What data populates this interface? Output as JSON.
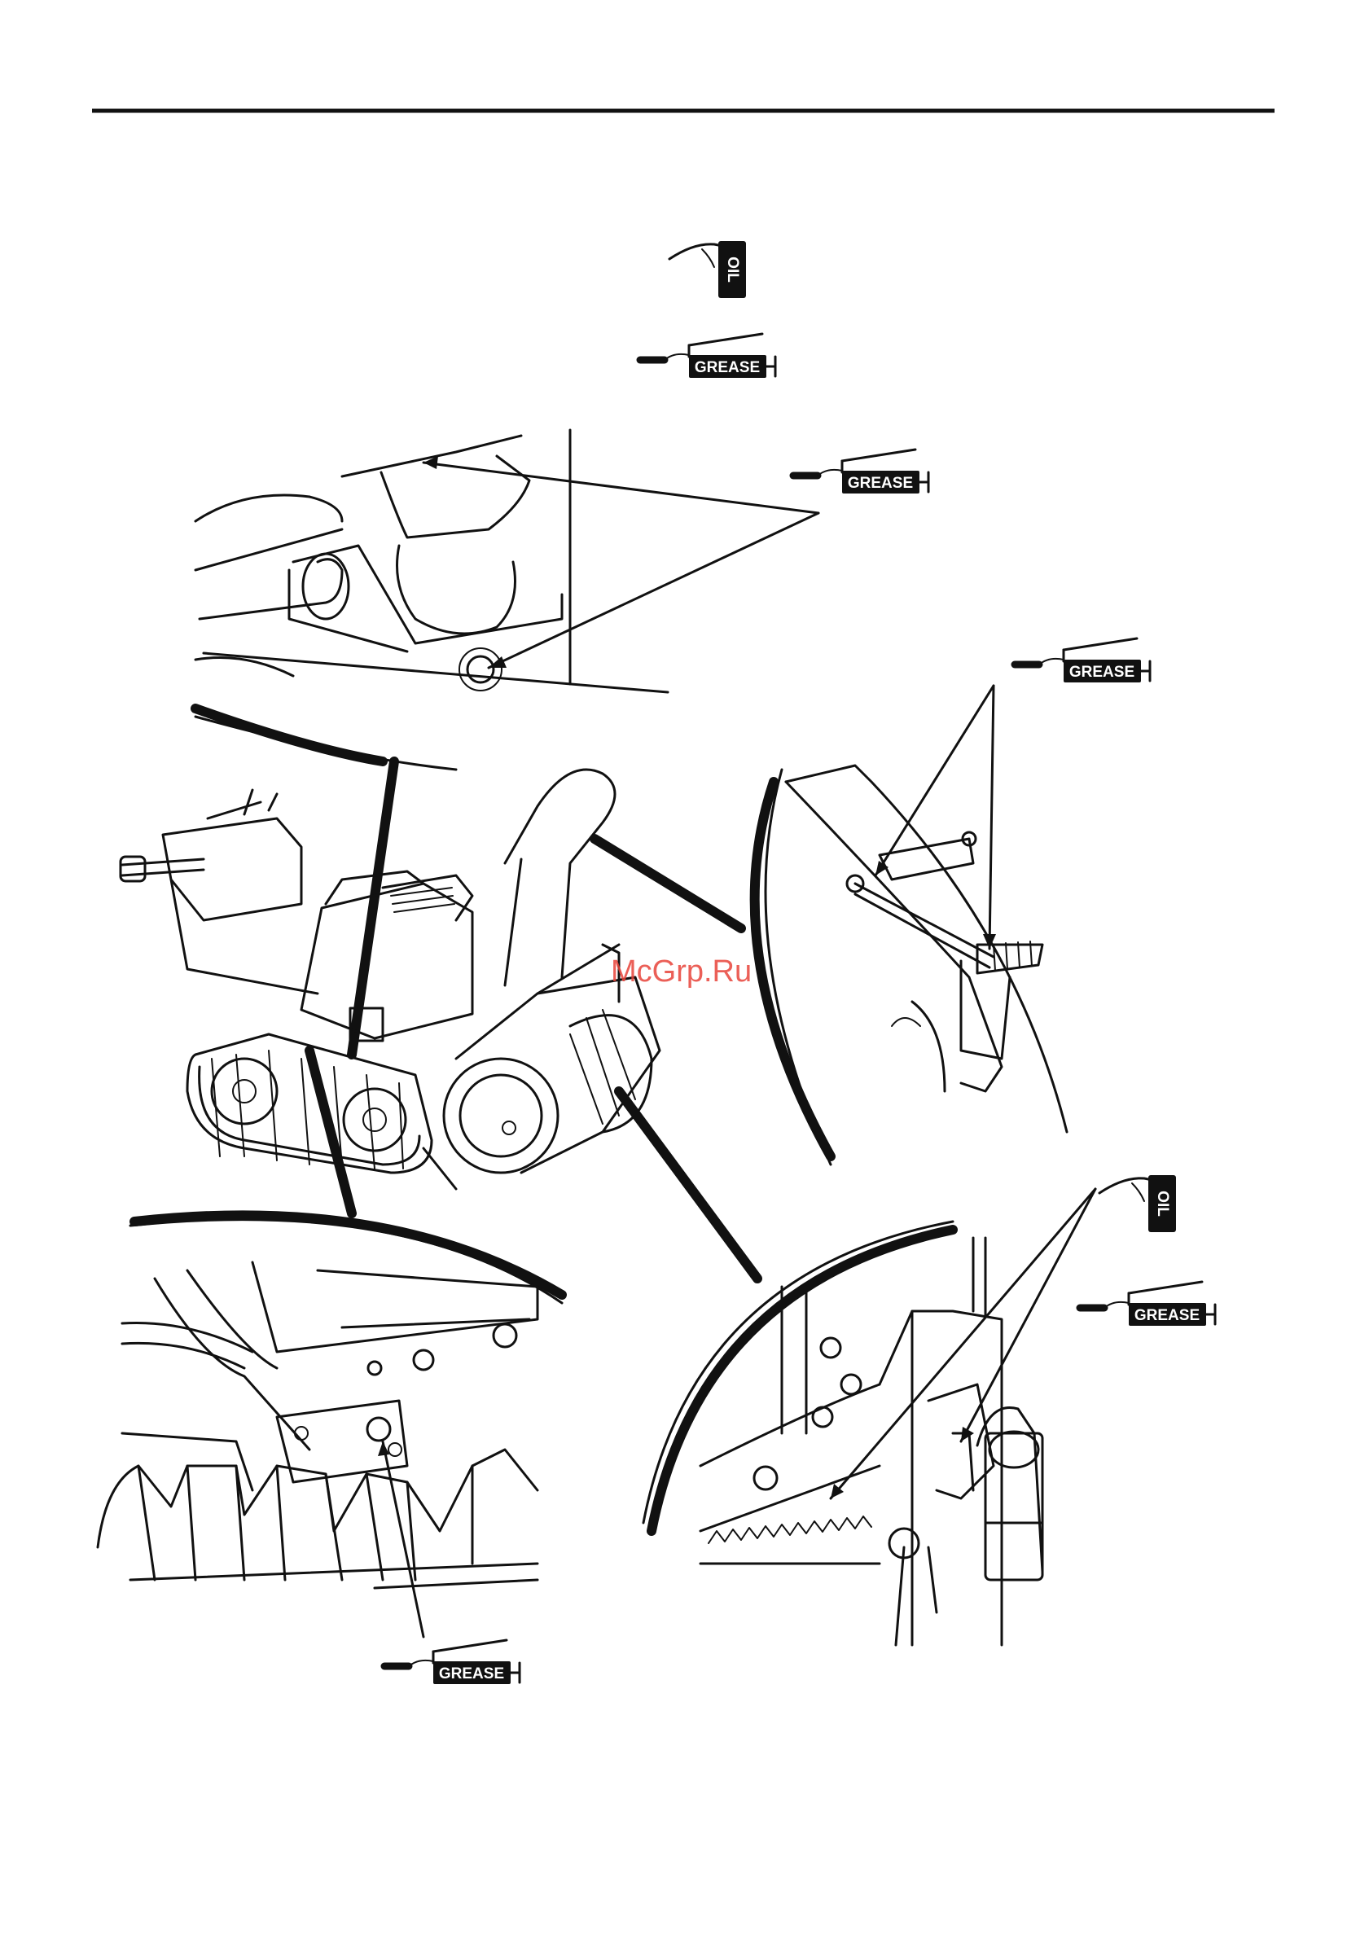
{
  "labels": {
    "oil": "OIL",
    "grease": "GREASE"
  },
  "watermark": "McGrp.Ru",
  "colors": {
    "ink": "#111111",
    "paper": "#ffffff",
    "watermark": "#e8443a"
  },
  "icons": {
    "oil_can": "oil-can-icon",
    "grease_gun": "grease-gun-icon"
  }
}
